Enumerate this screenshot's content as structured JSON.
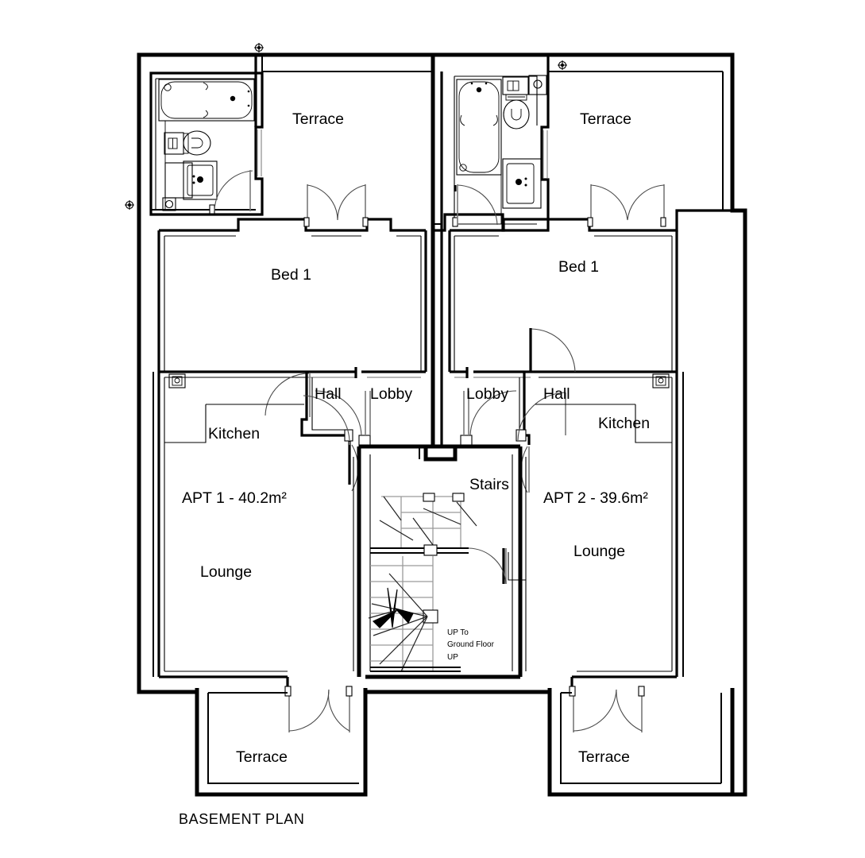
{
  "drawing": {
    "title": "BASEMENT PLAN",
    "type": "architectural-floor-plan",
    "line_color": "#000000",
    "background_color": "#ffffff"
  },
  "apartments": [
    {
      "id": "apt1",
      "label": "APT 1 - 40.2m²",
      "name": "APT 1",
      "area": "40.2m²"
    },
    {
      "id": "apt2",
      "label": "APT 2 - 39.6m²",
      "name": "APT 2",
      "area": "39.6m²"
    }
  ],
  "rooms": {
    "terrace_top_left": "Terrace",
    "terrace_top_right": "Terrace",
    "terrace_bottom_left": "Terrace",
    "terrace_bottom_right": "Terrace",
    "bed_left": "Bed 1",
    "bed_right": "Bed 1",
    "hall_left": "Hall",
    "hall_right": "Hall",
    "lobby_left": "Lobby",
    "lobby_right": "Lobby",
    "kitchen_left": "Kitchen",
    "kitchen_right": "Kitchen",
    "lounge_left": "Lounge",
    "lounge_right": "Lounge",
    "stairs": "Stairs"
  },
  "annotations": {
    "up_to_line1": "UP To",
    "up_to_line2": "Ground Floor",
    "up": "UP"
  },
  "fixtures": {
    "bath_left": "bathtub",
    "toilet_left": "toilet",
    "basin_left": "wash-basin",
    "bath_right": "bathtub",
    "toilet_right": "toilet",
    "basin_right": "wash-basin"
  }
}
